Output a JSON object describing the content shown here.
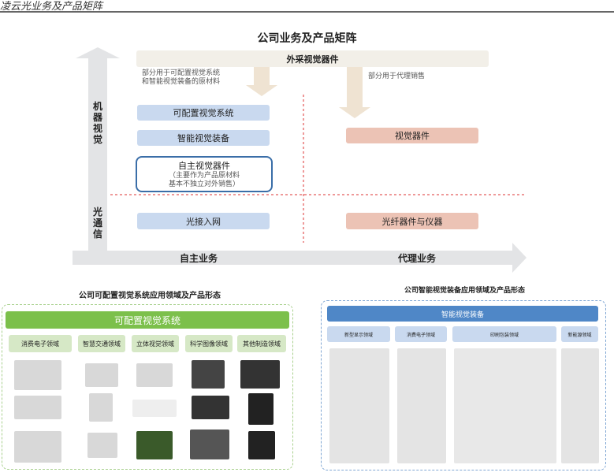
{
  "header": "凌云光业务及产品矩阵",
  "matrix": {
    "title": "公司业务及产品矩阵",
    "top_bar": "外采视觉器件",
    "note_left": [
      "部分用于可配置视觉系统",
      "和智能视觉装备的原材料"
    ],
    "note_right": "部分用于代理销售",
    "y_labels": {
      "machine_vision": "机器视觉",
      "optical_comm": "光通信"
    },
    "left_boxes": [
      "可配置视觉系统",
      "智能视觉装备"
    ],
    "own_component": {
      "title": "自主视觉器件",
      "sub": [
        "（主要作为产品原材料",
        "基本不独立对外销售）"
      ]
    },
    "optical_left": "光接入网",
    "right_boxes": [
      "视觉器件",
      "光纤器件与仪器"
    ],
    "x_labels": [
      "自主业务",
      "代理业务"
    ]
  },
  "left_panel": {
    "caption": "公司可配置视觉系统应用领域及产品形态",
    "header": "可配置视觉系统",
    "categories": [
      "消费电子领域",
      "智慧交通领域",
      "立体视觉领域",
      "科学图像领域",
      "其他制造领域"
    ],
    "color": "#7cc04b"
  },
  "right_panel": {
    "caption": "公司智能视觉装备应用领域及产品形态",
    "header": "智能视觉装备",
    "categories": [
      "新型显示领域",
      "消费电子领域",
      "印刷包装领域",
      "新能源领域"
    ],
    "color": "#4f87c7"
  }
}
